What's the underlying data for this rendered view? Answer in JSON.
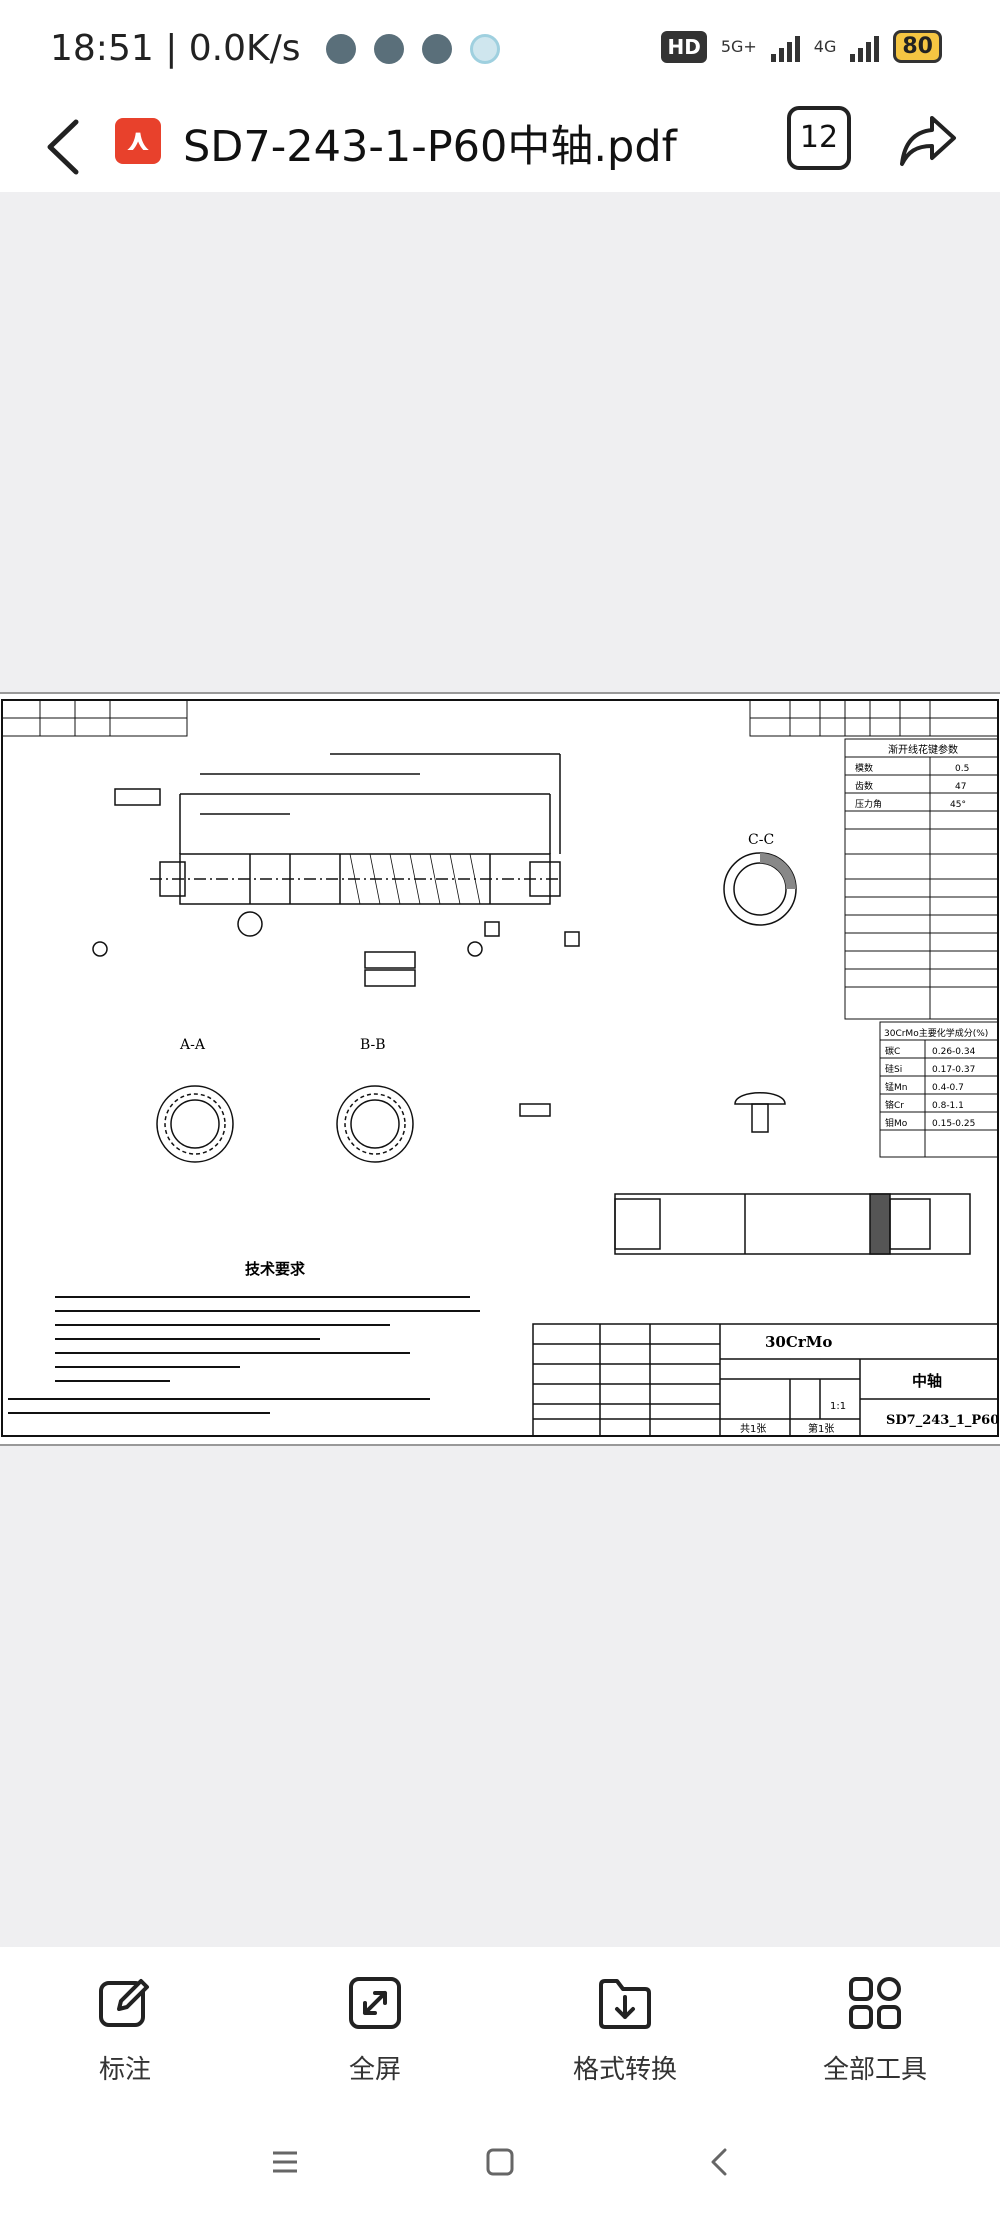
{
  "status_bar": {
    "time": "18:51 | 0.0K/s",
    "hd_badge": "HD",
    "network_1": "5G+",
    "network_2": "4G",
    "battery": "80"
  },
  "header": {
    "file_name": "SD7-243-1-P60中轴.pdf",
    "page_count": "12",
    "back_icon": "chevron-left-icon",
    "share_icon": "share-icon"
  },
  "drawing": {
    "title_block": {
      "material": "30CrMo",
      "part_name": "中轴",
      "drawing_number": "SD7_243_1_P60",
      "scale": "1:1",
      "sheets_total": "共1张",
      "sheet_number": "第1张"
    },
    "section_labels": [
      "A-A",
      "B-B",
      "C-C"
    ],
    "tech_requirements_heading": "技术要求",
    "spline_table_heading": "渐开线花键参数",
    "spline_params": [
      [
        "模数",
        "0.5"
      ],
      [
        "齿数",
        "47"
      ],
      [
        "压力角",
        "45°"
      ]
    ],
    "composition_heading": "30CrMo主要化学成分(%)",
    "composition": [
      [
        "碳C",
        "0.26-0.34"
      ],
      [
        "硅Si",
        "0.17-0.37"
      ],
      [
        "锰Mn",
        "0.4-0.7"
      ],
      [
        "铬Cr",
        "0.8-1.1"
      ],
      [
        "钼Mo",
        "0.15-0.25"
      ]
    ]
  },
  "toolbar": {
    "items": [
      {
        "label": "标注",
        "icon": "annotate-icon"
      },
      {
        "label": "全屏",
        "icon": "fullscreen-icon"
      },
      {
        "label": "格式转换",
        "icon": "convert-icon"
      },
      {
        "label": "全部工具",
        "icon": "all-tools-icon"
      }
    ]
  },
  "colors": {
    "accent_red": "#e8412c",
    "background": "#efeff1",
    "battery": "#f5c542"
  }
}
